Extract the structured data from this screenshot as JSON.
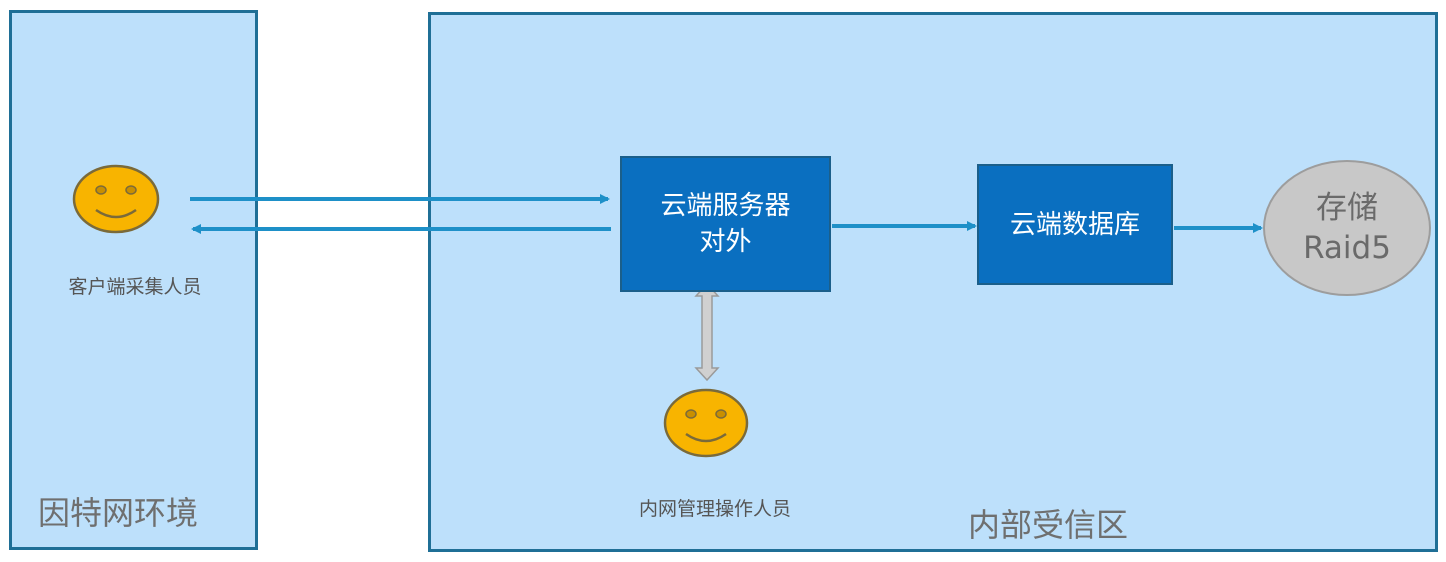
{
  "zones": {
    "internet": {
      "label": "因特网环境"
    },
    "internal": {
      "label": "内部受信区"
    }
  },
  "actors": {
    "client": {
      "label": "客户端采集人员",
      "icon": "smiley-face-icon"
    },
    "admin": {
      "label": "内网管理操作人员",
      "icon": "smiley-face-icon"
    }
  },
  "nodes": {
    "server": {
      "line1": "云端服务器",
      "line2": "对外"
    },
    "database": {
      "label": "云端数据库"
    },
    "storage": {
      "line1": "存储",
      "line2": "Raid5"
    }
  },
  "colors": {
    "zone_fill": "#bde0fb",
    "zone_border": "#1f6f96",
    "node_fill": "#0a6fc0",
    "arrow": "#1e90c8",
    "face_fill": "#f8b400",
    "storage_fill": "#c8c8c8",
    "double_arrow_fill": "#d0d0d0"
  }
}
